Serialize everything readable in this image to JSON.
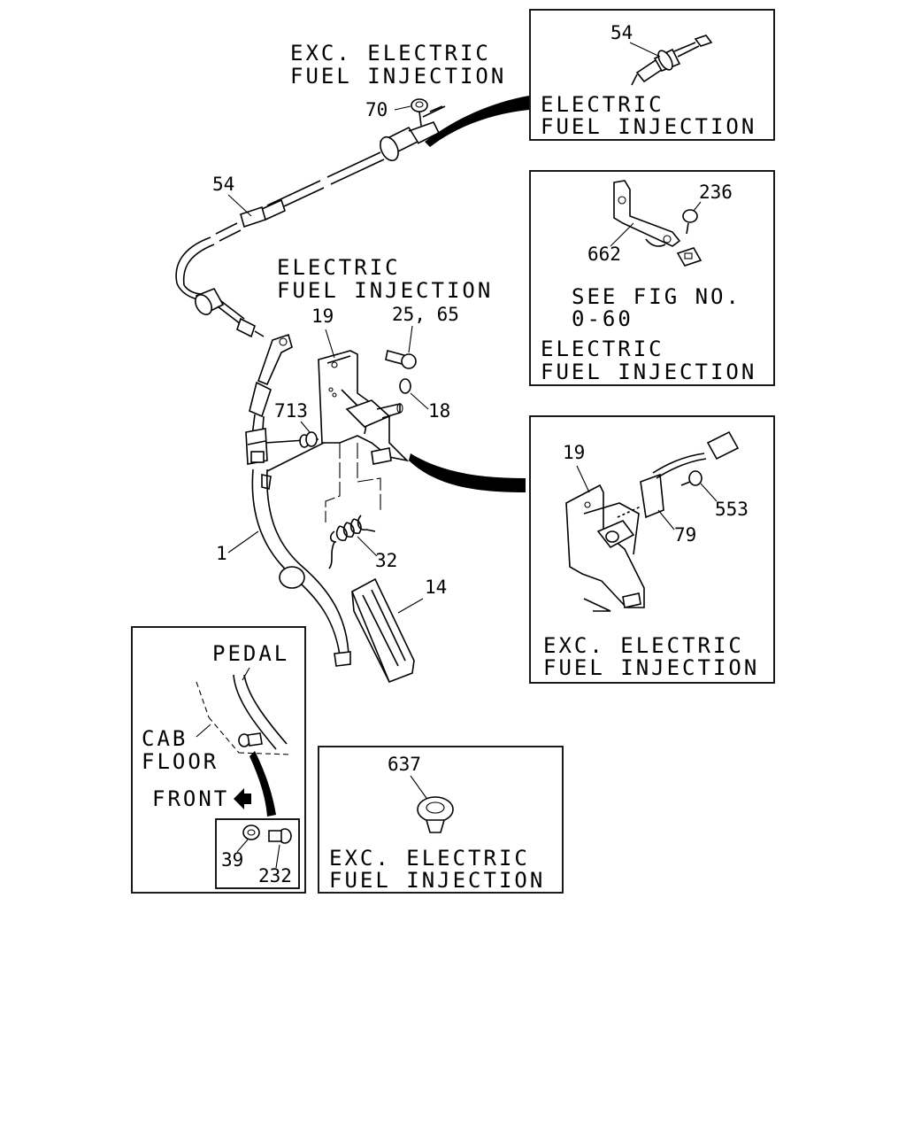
{
  "labels": {
    "exc_electric": "EXC. ELECTRIC",
    "fuel_injection": "FUEL INJECTION",
    "electric": "ELECTRIC",
    "see_fig_line1": "SEE FIG NO.",
    "see_fig_line2": "0-60",
    "pedal": "PEDAL",
    "cab": "CAB",
    "floor": "FLOOR",
    "front": "FRONT"
  },
  "parts": {
    "p54": "54",
    "p70": "70",
    "p19": "19",
    "p25_65": "25, 65",
    "p18": "18",
    "p713": "713",
    "p1": "1",
    "p32": "32",
    "p14": "14",
    "p236": "236",
    "p662": "662",
    "p553": "553",
    "p79": "79",
    "p637": "637",
    "p39": "39",
    "p232": "232"
  }
}
